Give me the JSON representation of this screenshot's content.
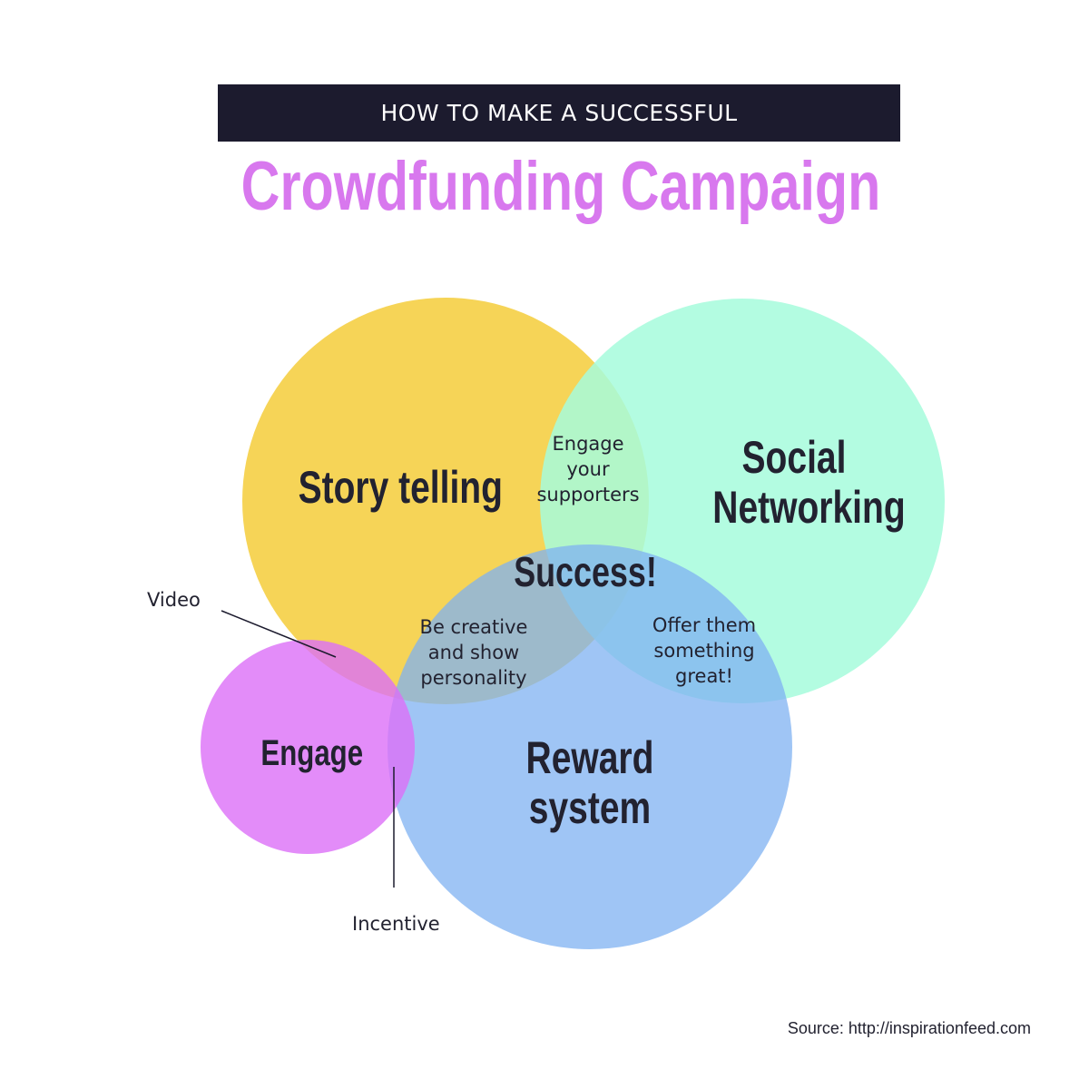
{
  "header": {
    "banner": "HOW TO MAKE A SUCCESSFUL",
    "title": "Crowdfunding Campaign"
  },
  "colors": {
    "banner_bg": "#1c1b2e",
    "title": "#d878ee",
    "story": "#f5d24e",
    "social": "#b1fde0",
    "reward": "#9ec3f5",
    "engage": "#e48cfa"
  },
  "venn": {
    "circles": {
      "story": "Story telling",
      "social_line1": "Social",
      "social_line2": "Networking",
      "reward_line1": "Reward",
      "reward_line2": "system",
      "engage": "Engage"
    },
    "overlaps": {
      "story_social": [
        "Engage",
        "your",
        "supporters"
      ],
      "center": "Success!",
      "story_reward": [
        "Be creative",
        "and show",
        "personality"
      ],
      "social_reward": [
        "Offer them",
        "something",
        "great!"
      ]
    },
    "callouts": {
      "video": "Video",
      "incentive": "Incentive"
    }
  },
  "footer": {
    "source": "Source: http://inspirationfeed.com"
  }
}
